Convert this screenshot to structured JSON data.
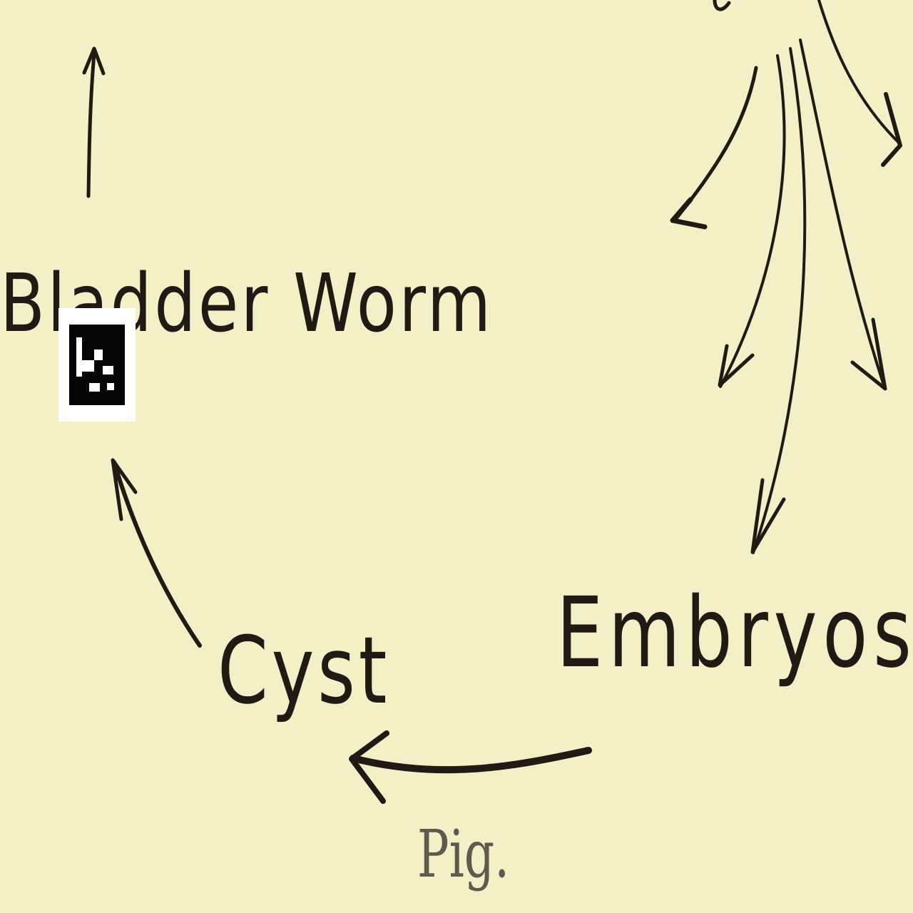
{
  "diagram": {
    "labels": {
      "bladder_worm": "Bladder Worm",
      "cyst": "Cyst",
      "embryos": "Embryos",
      "pig": "Pig."
    },
    "colors": {
      "paper": "#f3efc7",
      "ink": "#1f1b14",
      "faded_ink": "#5e5a4e",
      "marker_black": "#050505",
      "marker_white": "#ffffff"
    },
    "icons": [
      "arrow-up-icon",
      "arrow-cyst-to-bladder-icon",
      "arrow-embryos-to-cyst-icon",
      "arrow-down-left-icon",
      "arrow-down-right-icon",
      "qr-marker-icon"
    ]
  }
}
